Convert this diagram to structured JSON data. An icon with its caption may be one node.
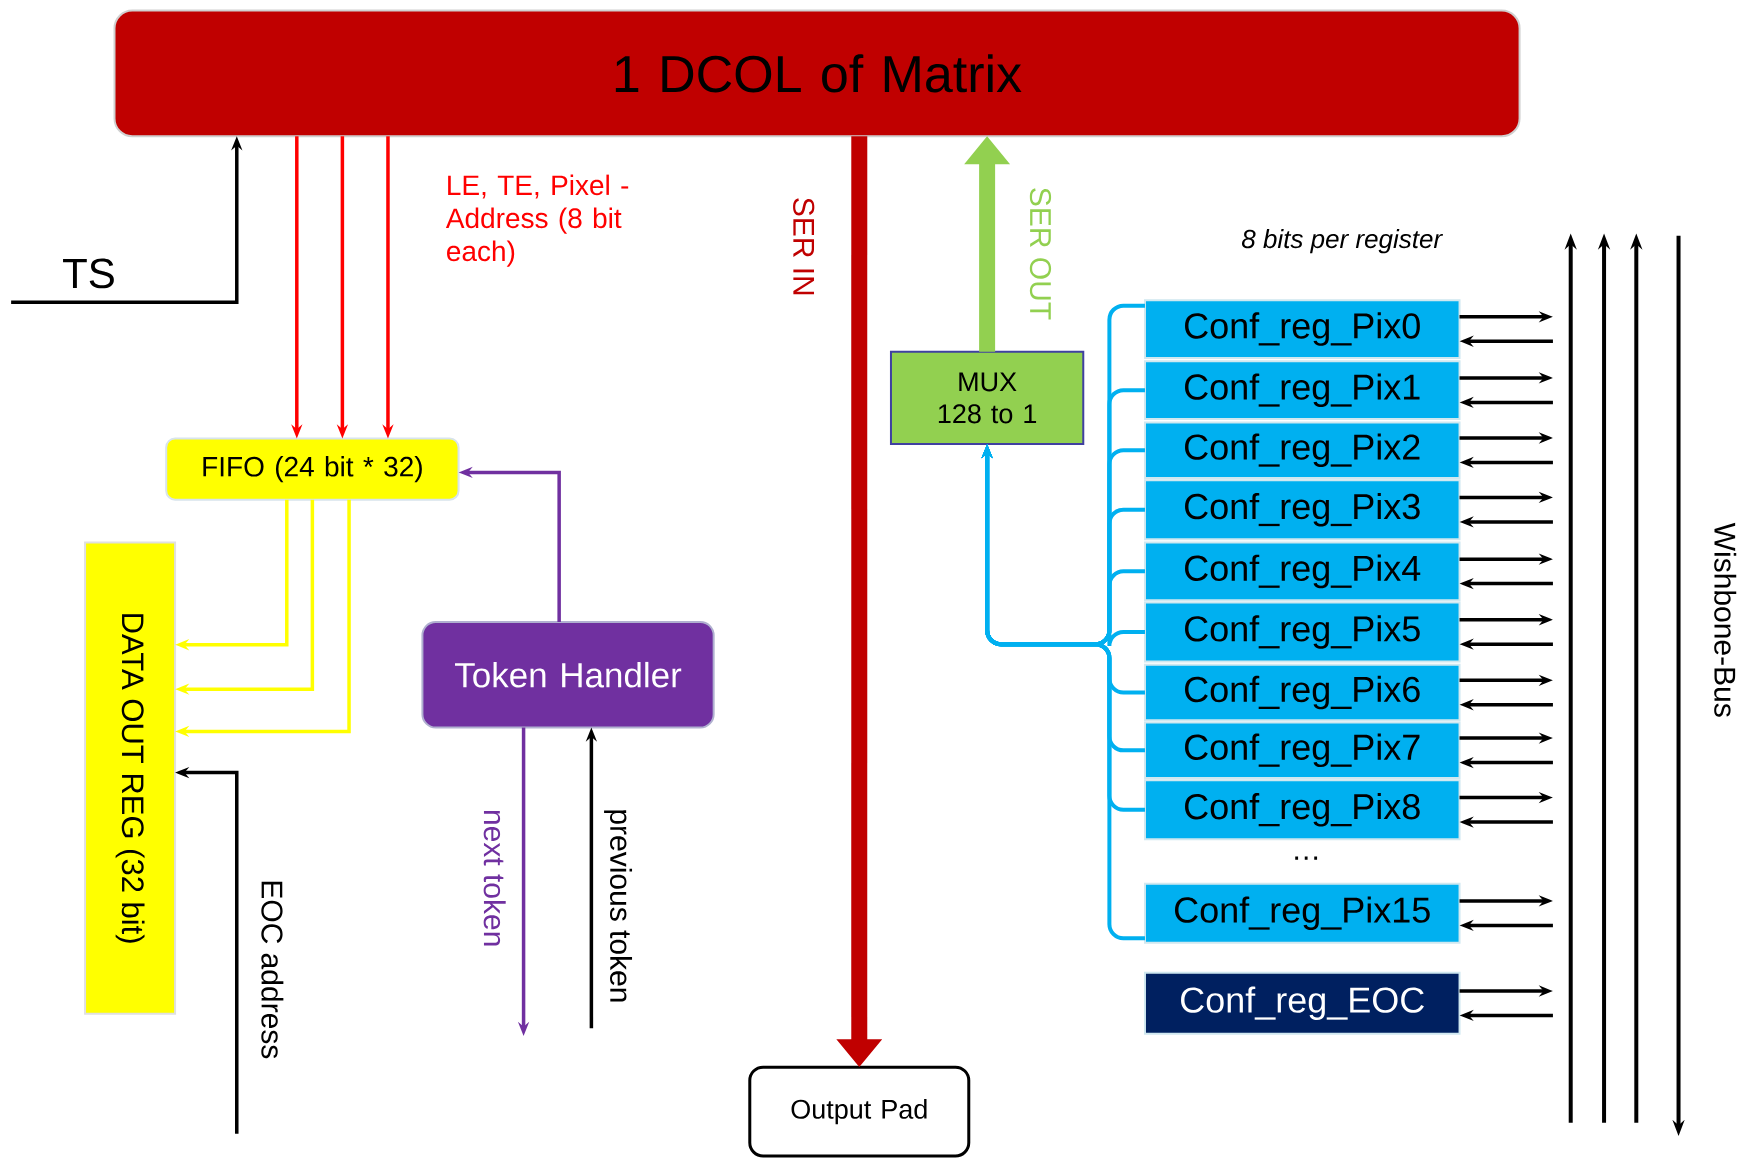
{
  "diagram": {
    "nodes": [
      {
        "text": [
          "1 DCOL of Matrix"
        ]
      },
      {
        "text": [
          "TS"
        ]
      },
      {
        "text": [
          "FIFO (24 bit * 32)"
        ]
      },
      {
        "text": [
          "MUX 128 to 1"
        ]
      },
      {
        "text": [
          "Conf_reg_Pix0"
        ]
      },
      {
        "text": [
          "Conf_reg_Pix1"
        ]
      },
      {
        "text": [
          "Conf_reg_Pix2"
        ]
      },
      {
        "text": [
          "Conf_reg_Pix3"
        ]
      },
      {
        "text": [
          "Conf_reg_Pix4"
        ]
      },
      {
        "text": [
          "Conf_reg_Pix5"
        ]
      },
      {
        "text": [
          "Conf_reg_Pix6"
        ]
      },
      {
        "text": [
          "Conf_reg_Pix7"
        ]
      },
      {
        "text": [
          "Conf_reg_Pix8"
        ]
      },
      {
        "text": [
          "DATA OUT REG (32 bit)"
        ]
      },
      {
        "text": [
          "Token Handler"
        ]
      },
      {
        "text": [
          "Conf_reg_Pix15"
        ]
      },
      {
        "text": [
          "Conf_reg_EOC"
        ]
      },
      {
        "text": [
          "Output Pad"
        ]
      }
    ],
    "edges": [
      {
        "from": 1,
        "to": 0,
        "arrow": "to"
      },
      {
        "from": 0,
        "to": 2,
        "arrow": "to",
        "color": "#ff0000"
      },
      {
        "from": 0,
        "to": 2,
        "arrow": "to",
        "color": "#ff0000"
      },
      {
        "from": 0,
        "to": 2,
        "arrow": "to",
        "color": "#ff0000",
        "label": "LE, TE, Pixel - Address (8 bit each)"
      },
      {
        "from": 0,
        "to": 17,
        "arrow": "to",
        "style": "thick",
        "color": "#c00000",
        "label": "SER IN"
      },
      {
        "from": 3,
        "to": 0,
        "arrow": "to",
        "style": "thick",
        "color": "#92d050",
        "label": "SER OUT"
      },
      {
        "from": 14,
        "to": 2,
        "arrow": "to",
        "color": "#7030a0"
      },
      {
        "from": 2,
        "to": 13,
        "arrow": "to",
        "color": "#ffff00"
      },
      {
        "from": 2,
        "to": 13,
        "arrow": "to",
        "color": "#ffff00"
      },
      {
        "from": 2,
        "to": 13,
        "arrow": "to",
        "color": "#ffff00"
      },
      {
        "from": null,
        "to": 13,
        "arrow": "to",
        "label": "EOC address"
      },
      {
        "from": 14,
        "to": null,
        "arrow": "to",
        "color": "#7030a0",
        "label": "next token"
      },
      {
        "from": null,
        "to": 14,
        "arrow": "to",
        "label": "previous token"
      },
      {
        "from": 4,
        "to": 3,
        "arrow": "to",
        "color": "#00b0f0"
      },
      {
        "from": 5,
        "to": 3,
        "arrow": "to",
        "color": "#00b0f0"
      },
      {
        "from": 6,
        "to": 3,
        "arrow": "to",
        "color": "#00b0f0"
      },
      {
        "from": 7,
        "to": 3,
        "arrow": "to",
        "color": "#00b0f0"
      },
      {
        "from": 8,
        "to": 3,
        "arrow": "to",
        "color": "#00b0f0"
      },
      {
        "from": 9,
        "to": 3,
        "arrow": "to",
        "color": "#00b0f0"
      },
      {
        "from": 10,
        "to": 3,
        "arrow": "to",
        "color": "#00b0f0"
      },
      {
        "from": 11,
        "to": 3,
        "arrow": "to",
        "color": "#00b0f0"
      },
      {
        "from": 12,
        "to": 3,
        "arrow": "to",
        "color": "#00b0f0"
      },
      {
        "from": 15,
        "to": 3,
        "arrow": "to",
        "color": "#00b0f0"
      },
      {
        "from": 4,
        "to": null,
        "arrow": "to"
      },
      {
        "from": null,
        "to": 4,
        "arrow": "to"
      },
      {
        "from": 5,
        "to": null,
        "arrow": "to"
      },
      {
        "from": null,
        "to": 5,
        "arrow": "to"
      },
      {
        "from": 6,
        "to": null,
        "arrow": "to"
      },
      {
        "from": null,
        "to": 6,
        "arrow": "to"
      },
      {
        "from": 7,
        "to": null,
        "arrow": "to"
      },
      {
        "from": null,
        "to": 7,
        "arrow": "to"
      },
      {
        "from": 8,
        "to": null,
        "arrow": "to"
      },
      {
        "from": null,
        "to": 8,
        "arrow": "to"
      },
      {
        "from": 9,
        "to": null,
        "arrow": "to"
      },
      {
        "from": null,
        "to": 9,
        "arrow": "to"
      },
      {
        "from": 10,
        "to": null,
        "arrow": "to"
      },
      {
        "from": null,
        "to": 10,
        "arrow": "to"
      },
      {
        "from": 11,
        "to": null,
        "arrow": "to"
      },
      {
        "from": null,
        "to": 11,
        "arrow": "to"
      },
      {
        "from": 12,
        "to": null,
        "arrow": "to"
      },
      {
        "from": null,
        "to": 12,
        "arrow": "to"
      },
      {
        "from": 15,
        "to": null,
        "arrow": "to"
      },
      {
        "from": null,
        "to": 15,
        "arrow": "to"
      },
      {
        "from": 16,
        "to": null,
        "arrow": "to"
      },
      {
        "from": null,
        "to": 16,
        "arrow": "to"
      }
    ],
    "labels": [
      "8 bits per register",
      "…",
      "Wishbone-Bus"
    ]
  }
}
